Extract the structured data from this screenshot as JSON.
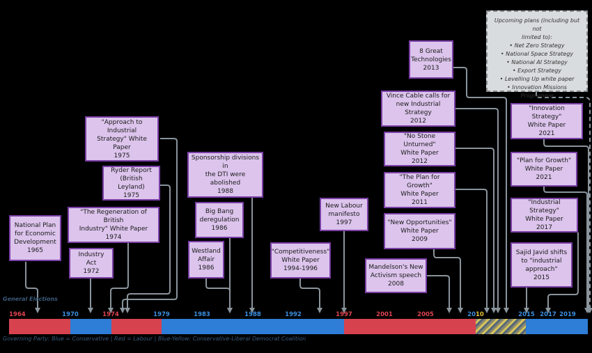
{
  "boxes": [
    {
      "id": "b1965",
      "lines": [
        "National Plan",
        "for Economic",
        "Development",
        "1965"
      ]
    },
    {
      "id": "b1972",
      "lines": [
        "Industry Act",
        "1972"
      ]
    },
    {
      "id": "b1974",
      "lines": [
        "\"The Regeneration of British",
        "Industry\" White Paper",
        "1974"
      ]
    },
    {
      "id": "b1975r",
      "lines": [
        "Ryder Report",
        "(British Leyland)",
        "1975"
      ]
    },
    {
      "id": "b1975a",
      "lines": [
        "\"Approach to Industrial",
        "Strategy\" White Paper",
        "1975"
      ]
    },
    {
      "id": "b1988",
      "lines": [
        "Sponsorship divisions in",
        "the DTI were abolished",
        "1988"
      ]
    },
    {
      "id": "b1986b",
      "lines": [
        "Big Bang",
        "deregulation",
        "1986"
      ]
    },
    {
      "id": "b1986w",
      "lines": [
        "Westland",
        "Affair",
        "1986"
      ]
    },
    {
      "id": "b1994",
      "lines": [
        "\"Competitiveness\"",
        "White Paper",
        "1994-1996"
      ]
    },
    {
      "id": "b1997",
      "lines": [
        "New Labour",
        "manifesto",
        "1997"
      ]
    },
    {
      "id": "b2008",
      "lines": [
        "Mandelson's New",
        "Activism speech",
        "2008"
      ]
    },
    {
      "id": "b2009",
      "lines": [
        "\"New Opportunities\"",
        "White Paper",
        "2009"
      ]
    },
    {
      "id": "b2011",
      "lines": [
        "\"The Plan for Growth\"",
        "White Paper",
        "2011"
      ]
    },
    {
      "id": "b2012s",
      "lines": [
        "\"No Stone Unturned\"",
        "White Paper",
        "2012"
      ]
    },
    {
      "id": "b2012v",
      "lines": [
        "Vince Cable calls for",
        "new Industrial Strategy",
        "2012"
      ]
    },
    {
      "id": "b2013",
      "lines": [
        "8 Great",
        "Technologies",
        "2013"
      ]
    },
    {
      "id": "b2021i",
      "lines": [
        "\"Innovation Strategy\"",
        "White Paper",
        "2021"
      ]
    },
    {
      "id": "b2021p",
      "lines": [
        "\"Plan for Growth\"",
        "White Paper",
        "2021"
      ]
    },
    {
      "id": "b2017",
      "lines": [
        "\"Industrial Strategy\"",
        "White Paper",
        "2017"
      ]
    },
    {
      "id": "b2015",
      "lines": [
        "Sajid Javid shifts",
        "to \"industrial",
        "approach\"",
        "2015"
      ]
    }
  ],
  "plans": {
    "lines": [
      "Upcoming plans (including but not",
      "limited to):",
      "• Net Zero Strategy",
      "• National Space Strategy",
      "• National AI Strategy",
      "• Export Strategy",
      "• Levelling Up white paper",
      "• Innovation Missions Programme"
    ]
  },
  "general_elections_label": "General Elections",
  "election_years": [
    {
      "label": "1964",
      "party": "red"
    },
    {
      "label": "1970",
      "party": "blue"
    },
    {
      "label": "1974",
      "party": "red"
    },
    {
      "label": "1979",
      "party": "blue"
    },
    {
      "label": "1983",
      "party": "blue"
    },
    {
      "label": "1988",
      "party": "blue"
    },
    {
      "label": "1992",
      "party": "blue"
    },
    {
      "label": "1997",
      "party": "red"
    },
    {
      "label": "2001",
      "party": "red"
    },
    {
      "label": "2005",
      "party": "red"
    },
    {
      "label": "2010",
      "party": "coalition"
    },
    {
      "label": "2015",
      "party": "blue"
    },
    {
      "label": "2017",
      "party": "blue"
    },
    {
      "label": "2019",
      "party": "blue"
    }
  ],
  "governing_periods": [
    {
      "from": "1964",
      "to": "1970",
      "party": "Labour"
    },
    {
      "from": "1970",
      "to": "1974",
      "party": "Conservative"
    },
    {
      "from": "1974",
      "to": "1979",
      "party": "Labour"
    },
    {
      "from": "1979",
      "to": "1997",
      "party": "Conservative"
    },
    {
      "from": "1997",
      "to": "2010",
      "party": "Labour"
    },
    {
      "from": "2010",
      "to": "2015",
      "party": "Conservative-Liberal Democrat Coalition"
    },
    {
      "from": "2015",
      "to": "",
      "party": "Conservative"
    }
  ],
  "legend": "Governing Party: Blue = Conservative | Red = Labour | Blue-Yellow: Conservative-Liberal Democrat Coalition",
  "colors": {
    "conservative": "#2e7dd6",
    "labour": "#d7424f",
    "box_fill": "#dcc4ec",
    "box_border": "#7a3fa6",
    "connector": "#8a949c"
  }
}
